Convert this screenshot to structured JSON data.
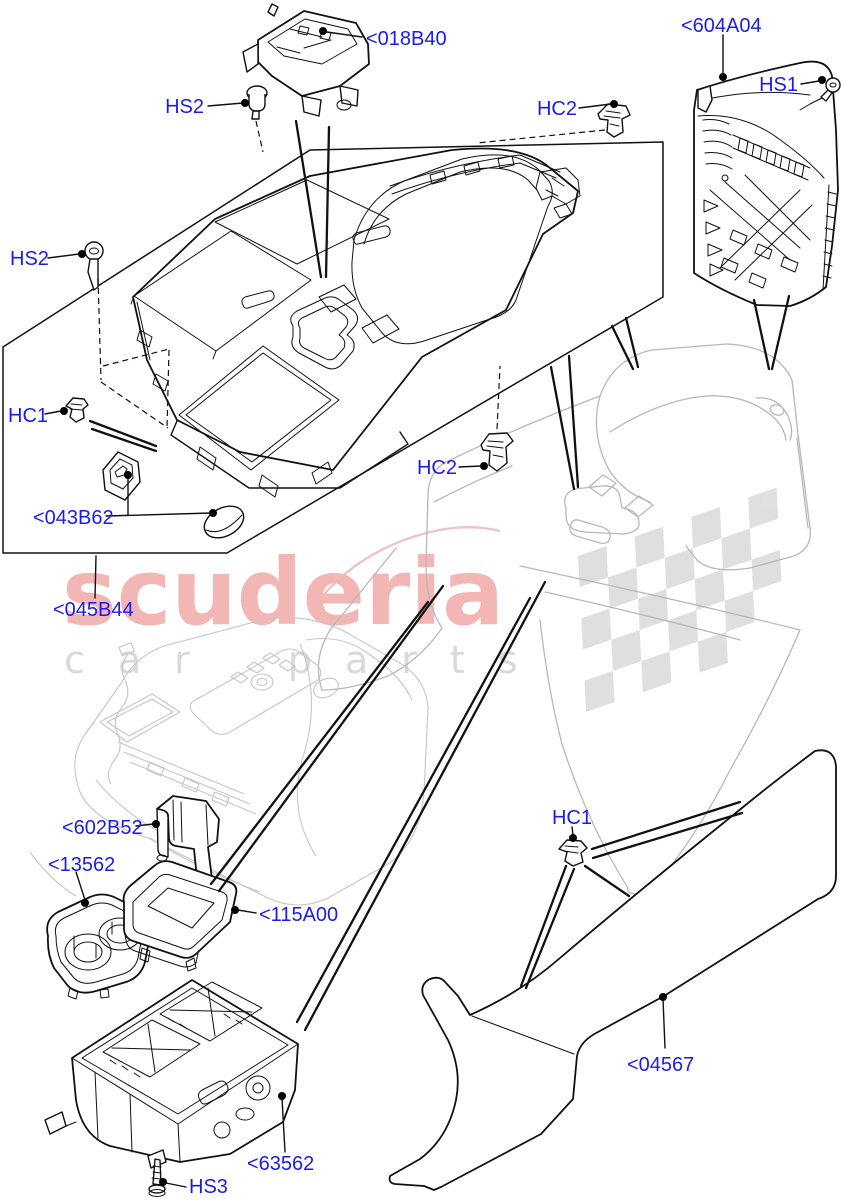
{
  "watermark": {
    "brand": "scuderia",
    "subtext": "car parts"
  },
  "callouts": [
    {
      "id": "part-018B40",
      "text": "<018B40"
    },
    {
      "id": "fastener-HS2-top",
      "text": "HS2"
    },
    {
      "id": "part-604A04",
      "text": "<604A04"
    },
    {
      "id": "fastener-HS1",
      "text": "HS1"
    },
    {
      "id": "clip-HC2-top",
      "text": "HC2"
    },
    {
      "id": "fastener-HS2-left",
      "text": "HS2"
    },
    {
      "id": "clip-HC1-left",
      "text": "HC1"
    },
    {
      "id": "part-043B62",
      "text": "<043B62"
    },
    {
      "id": "part-045B44",
      "text": "<045B44"
    },
    {
      "id": "clip-HC2-mid",
      "text": "HC2"
    },
    {
      "id": "clip-HC1-bottom",
      "text": "HC1"
    },
    {
      "id": "part-602B52",
      "text": "<602B52"
    },
    {
      "id": "part-13562",
      "text": "<13562"
    },
    {
      "id": "part-115A00",
      "text": "<115A00"
    },
    {
      "id": "part-63562",
      "text": "<63562"
    },
    {
      "id": "fastener-HS3",
      "text": "HS3"
    },
    {
      "id": "part-04567",
      "text": "<04567"
    }
  ],
  "colors": {
    "callout_blue": "#1b1bef",
    "line_black": "#111111",
    "ghost_gray": "#b8b8b8",
    "watermark_pink": "#efa3a0",
    "watermark_gray": "#d9d9d9",
    "flag_gray": "#d8d8d8",
    "background": "#ffffff"
  }
}
